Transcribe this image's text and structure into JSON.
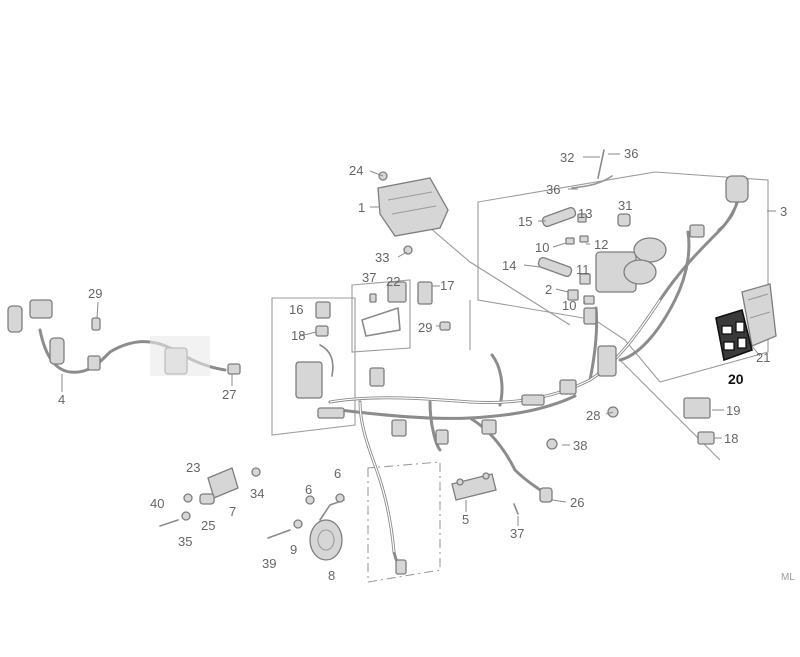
{
  "diagram": {
    "callouts": {
      "c1": "1",
      "c2": "2",
      "c3": "3",
      "c4": "4",
      "c5": "5",
      "c6a": "6",
      "c6b": "6",
      "c7": "7",
      "c8": "8",
      "c9": "9",
      "c10a": "10",
      "c10b": "10",
      "c11": "11",
      "c12": "12",
      "c13": "13",
      "c14": "14",
      "c15": "15",
      "c16": "16",
      "c17": "17",
      "c18a": "18",
      "c18b": "18",
      "c19": "19",
      "c20": "20",
      "c21": "21",
      "c22": "22",
      "c23": "23",
      "c24": "24",
      "c25": "25",
      "c26": "26",
      "c27": "27",
      "c28": "28",
      "c29a": "29",
      "c29b": "29",
      "c31": "31",
      "c32": "32",
      "c33": "33",
      "c34": "34",
      "c35": "35",
      "c36a": "36",
      "c36b": "36",
      "c37a": "37",
      "c37b": "37",
      "c38": "38",
      "c39": "39",
      "c40": "40"
    },
    "highlighted_part": "20",
    "corner_code": "ML"
  },
  "colors": {
    "line": "#8a8a8a",
    "label": "#666666",
    "highlight": "#111111",
    "background": "#ffffff"
  }
}
